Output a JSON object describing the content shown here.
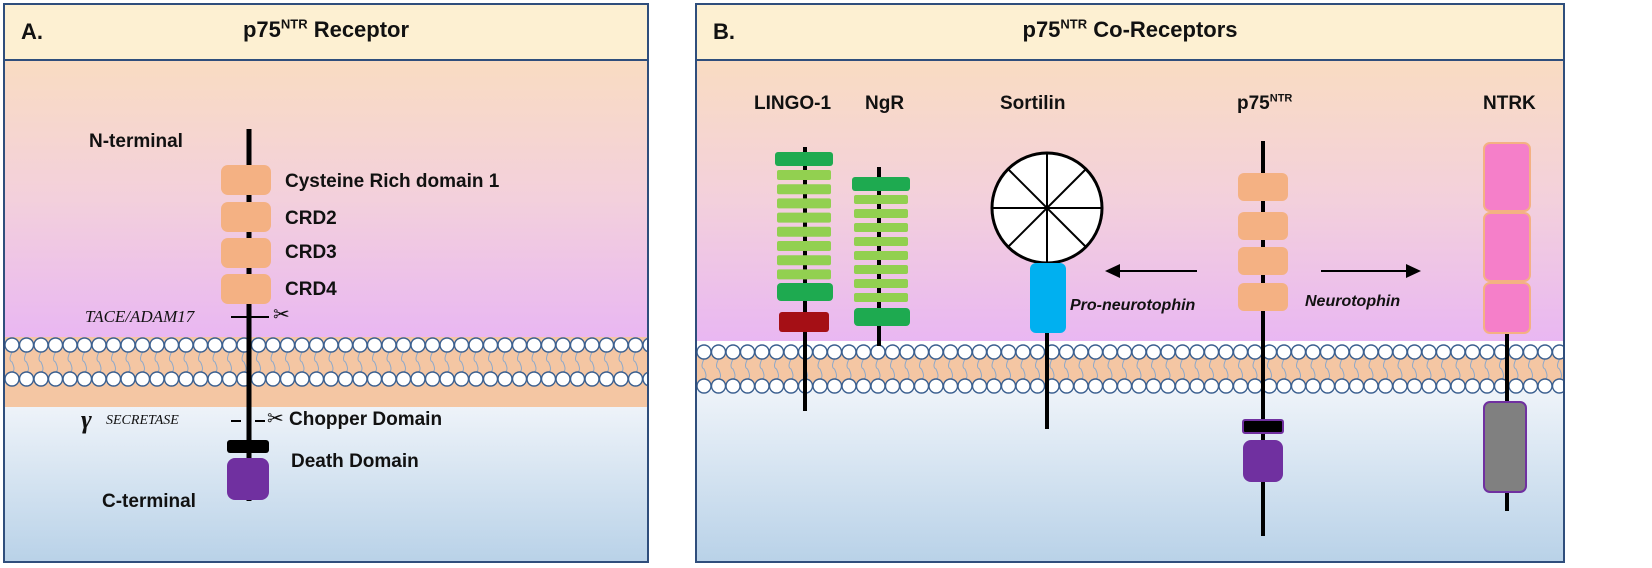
{
  "panel_a": {
    "letter": "A.",
    "title": "p75",
    "title_sup": "NTR",
    "title_tail": " Receptor",
    "labels": {
      "n_terminal": "N-terminal",
      "crd1": "Cysteine Rich domain 1",
      "crd2": "CRD2",
      "crd3": "CRD3",
      "crd4": "CRD4",
      "tace": "TACE/ADAM17",
      "gamma_symbol": "γ",
      "secretase": "SECRETASE",
      "chopper": "Chopper Domain",
      "death": "Death Domain",
      "c_terminal": "C-terminal"
    }
  },
  "panel_b": {
    "letter": "B.",
    "title": "p75",
    "title_sup": "NTR",
    "title_tail": " Co-Receptors",
    "labels": {
      "lingo1": "LINGO-1",
      "ngr": "NgR",
      "sortilin": "Sortilin",
      "p75": "p75",
      "p75_sup": "NTR",
      "ntrk": "NTRK",
      "pro_neurotrophin": "Pro-neurotophin",
      "neurotrophin": "Neurotophin"
    }
  },
  "colors": {
    "border": "#2f4e7c",
    "header": "#fdf0d2",
    "crd": "#f4b183",
    "death": "#7030a0",
    "green_dark": "#1eaa50",
    "green_light": "#92d050",
    "lingo_red": "#a50f15",
    "sortilin": "#00b0f0",
    "ntrk_pink": "#f57fc9",
    "ntrk_gray": "#808080",
    "membrane_fill": "#f4c6a3"
  }
}
